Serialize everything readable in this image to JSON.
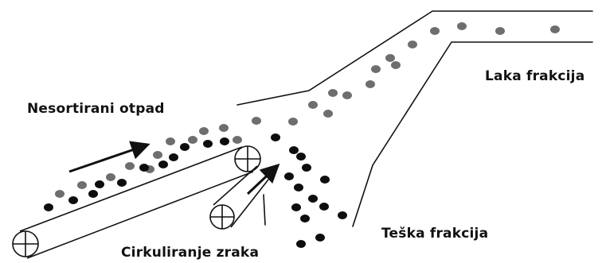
{
  "labels": {
    "input": "Nesortirani otpad",
    "light_fraction": "Laka frakcija",
    "heavy_fraction": "Teška frakcija",
    "air_circulation": "Cirkuliranje zraka"
  },
  "colors": {
    "line": "#111111",
    "light_particle": "#6e6e6e",
    "heavy_particle": "#0d0d0d",
    "background": "#ffffff"
  }
}
